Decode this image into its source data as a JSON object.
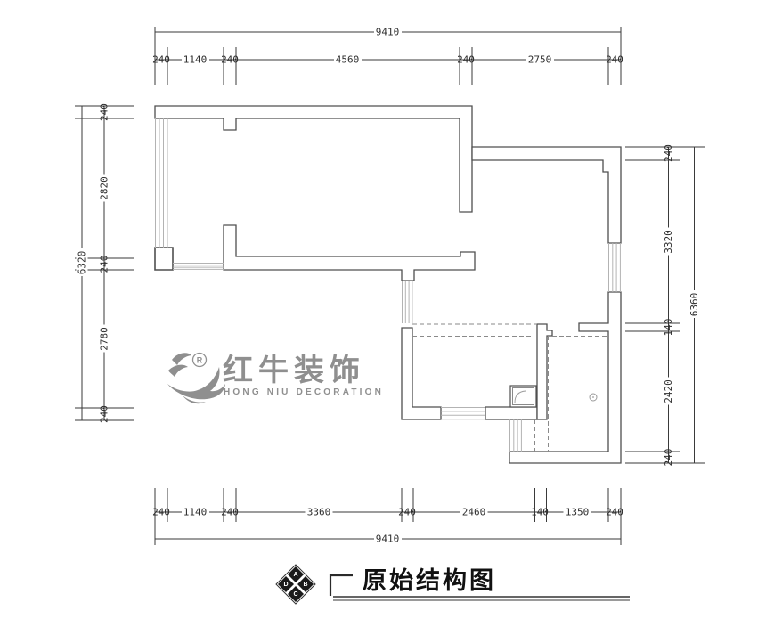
{
  "drawing": {
    "title": "原始结构图",
    "type_label": "floor-plan-original-structure"
  },
  "watermark": {
    "cn": "红牛装饰",
    "en": "HONG NIU DECORATION",
    "registered": "R"
  },
  "stamp": {
    "letters": [
      "A",
      "B",
      "C",
      "D"
    ]
  },
  "dimensions": {
    "top": {
      "overall": "9410",
      "segments": [
        "240",
        "1140",
        "240",
        "4560",
        "240",
        "2750",
        "240"
      ]
    },
    "bottom": {
      "overall": "9410",
      "segments": [
        "240",
        "1140",
        "240",
        "3360",
        "240",
        "2460",
        "140",
        "1350",
        "240"
      ]
    },
    "left": {
      "overall": "6320",
      "segments": [
        "240",
        "2820",
        "240",
        "2780",
        "240"
      ]
    },
    "right": {
      "overall": "6360",
      "segments": [
        "240",
        "3320",
        "140",
        "2420",
        "240"
      ]
    }
  },
  "colors": {
    "wall": "#4f4f4f",
    "window": "#b3b3b3",
    "dashed": "#8a8a8a",
    "dimension": "#3a3a3a",
    "watermark": "#8f8f8f",
    "stamp": "#1a1a1a"
  }
}
